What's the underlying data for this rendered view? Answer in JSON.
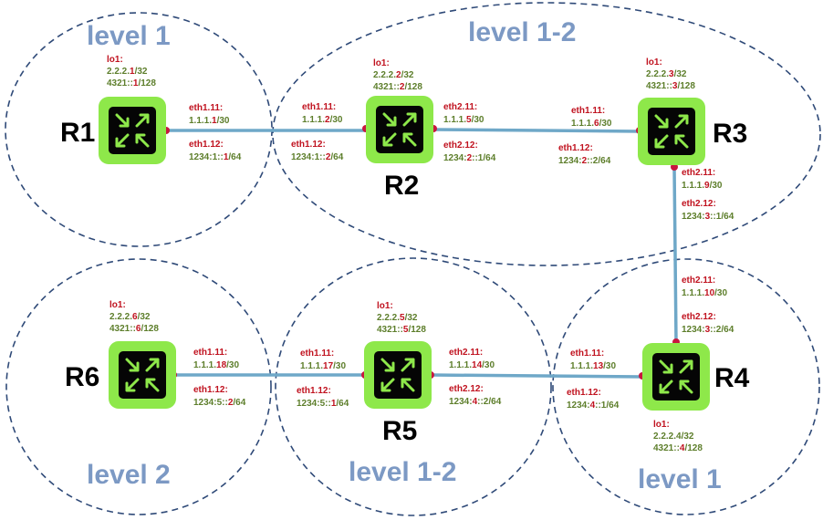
{
  "areas": [
    {
      "id": "a1",
      "label": "level 1"
    },
    {
      "id": "a2",
      "label": "level 1-2"
    },
    {
      "id": "a3",
      "label": "level 2"
    },
    {
      "id": "a4",
      "label": "level 1-2"
    },
    {
      "id": "a5",
      "label": "level 1"
    }
  ],
  "routers": [
    {
      "id": "R1",
      "name": "R1",
      "lo_label": "lo1:",
      "ipv4": [
        "2.2.2.",
        "1",
        "/32"
      ],
      "ipv6": [
        "4321::",
        "1",
        "/128"
      ]
    },
    {
      "id": "R2",
      "name": "R2",
      "lo_label": "lo1:",
      "ipv4": [
        "2.2.2.",
        "2",
        "/32"
      ],
      "ipv6": [
        "4321::",
        "2",
        "/128"
      ]
    },
    {
      "id": "R3",
      "name": "R3",
      "lo_label": "lo1:",
      "ipv4": [
        "2.2.2.",
        "3",
        "/32"
      ],
      "ipv6": [
        "4321::",
        "3",
        "/128"
      ]
    },
    {
      "id": "R4",
      "name": "R4",
      "lo_label": "lo1:",
      "ipv4": [
        "2.2.2.4",
        "",
        "/32"
      ],
      "ipv6": [
        "4321::",
        "4",
        "/128"
      ]
    },
    {
      "id": "R5",
      "name": "R5",
      "lo_label": "lo1:",
      "ipv4": [
        "2.2.2.",
        "5",
        "/32"
      ],
      "ipv6": [
        "4321::",
        "5",
        "/128"
      ]
    },
    {
      "id": "R6",
      "name": "R6",
      "lo_label": "lo1:",
      "ipv4": [
        "2.2.2.",
        "6",
        "/32"
      ],
      "ipv6": [
        "4321::",
        "6",
        "/128"
      ]
    }
  ],
  "interfaces": [
    {
      "id": "r1-e11",
      "name": "eth1.11:",
      "addr": [
        "1.1.1.",
        "1",
        "/30"
      ]
    },
    {
      "id": "r1-e12",
      "name": "eth1.12:",
      "addr": [
        "1234:1::",
        "1",
        "/64"
      ]
    },
    {
      "id": "r2-e11",
      "name": "eth1.11:",
      "addr": [
        "1.1.1.",
        "2",
        "/30"
      ]
    },
    {
      "id": "r2-e12",
      "name": "eth1.12:",
      "addr": [
        "1234:1::",
        "2",
        "/64"
      ]
    },
    {
      "id": "r2-e211",
      "name": "eth2.11:",
      "addr": [
        "1.1.1.",
        "5",
        "/30"
      ]
    },
    {
      "id": "r2-e212",
      "name": "eth2.12:",
      "addr": [
        "1234:",
        "2",
        "::1/64"
      ]
    },
    {
      "id": "r3-e11",
      "name": "eth1.11:",
      "addr": [
        "1.1.1.",
        "6",
        "/30"
      ]
    },
    {
      "id": "r3-e12",
      "name": "eth1.12:",
      "addr": [
        "1234:",
        "2",
        "::2/64"
      ]
    },
    {
      "id": "r3-e211",
      "name": "eth2.11:",
      "addr": [
        "1.1.1.",
        "9",
        "/30"
      ]
    },
    {
      "id": "r3-e212",
      "name": "eth2.12:",
      "addr": [
        "1234:",
        "3",
        "::1/64"
      ]
    },
    {
      "id": "r4-e211",
      "name": "eth2.11:",
      "addr": [
        "1.1.1.",
        "10",
        "/30"
      ]
    },
    {
      "id": "r4-e212",
      "name": "eth2.12:",
      "addr": [
        "1234:",
        "3",
        "::2/64"
      ]
    },
    {
      "id": "r4-e11",
      "name": "eth1.11:",
      "addr": [
        "1.1.1.",
        "13",
        "/30"
      ]
    },
    {
      "id": "r4-e12",
      "name": "eth1.12:",
      "addr": [
        "1234:",
        "4",
        "::1/64"
      ]
    },
    {
      "id": "r5-e11",
      "name": "eth1.11:",
      "addr": [
        "1.1.1.",
        "17",
        "/30"
      ]
    },
    {
      "id": "r5-e12",
      "name": "eth1.12:",
      "addr": [
        "1234:5::",
        "1",
        "/64"
      ]
    },
    {
      "id": "r5-e211",
      "name": "eth2.11:",
      "addr": [
        "1.1.1.",
        "14",
        "/30"
      ]
    },
    {
      "id": "r5-e212",
      "name": "eth2.12:",
      "addr": [
        "1234:",
        "4",
        "::2/64"
      ]
    },
    {
      "id": "r6-e11",
      "name": "eth1.11:",
      "addr": [
        "1.1.1.",
        "18",
        "/30"
      ]
    },
    {
      "id": "r6-e12",
      "name": "eth1.12:",
      "addr": [
        "1234:5::",
        "2",
        "/64"
      ]
    }
  ],
  "links": [
    {
      "id": "R1-R2",
      "from": "R1",
      "to": "R2"
    },
    {
      "id": "R2-R3",
      "from": "R2",
      "to": "R3"
    },
    {
      "id": "R3-R4",
      "from": "R3",
      "to": "R4"
    },
    {
      "id": "R4-R5",
      "from": "R4",
      "to": "R5"
    },
    {
      "id": "R5-R6",
      "from": "R5",
      "to": "R6"
    }
  ],
  "colors": {
    "zone_border": "#2f4a78",
    "area_label": "#7c99c4",
    "link": "#6fa8c8",
    "router_outer": "#8ee84a",
    "router_inner": "#050505",
    "interface_name": "#c0121f",
    "address": "#5d7e2b",
    "endpoint_dot": "#c8173f"
  },
  "icons": {
    "router": "router-icon"
  }
}
